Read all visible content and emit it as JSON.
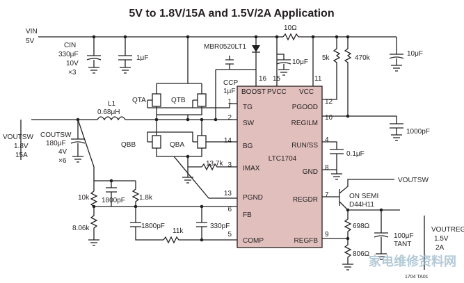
{
  "title": "5V to 1.8V/15A and 1.5V/2A Application",
  "ic": {
    "name": "LTC1704",
    "pins_left": [
      {
        "num": "1",
        "label": "TG"
      },
      {
        "num": "2",
        "label": "SW"
      },
      {
        "num": "14",
        "label": "BG"
      },
      {
        "num": "3",
        "label": "IMAX"
      },
      {
        "num": "13",
        "label": "PGND"
      },
      {
        "num": "6",
        "label": "FB"
      },
      {
        "num": "5",
        "label": "COMP"
      }
    ],
    "pins_right": [
      {
        "num": "12",
        "label": "PGOOD"
      },
      {
        "num": "10",
        "label": "REGILM"
      },
      {
        "num": "4",
        "label": "RUN/SS"
      },
      {
        "num": "8",
        "label": "GND"
      },
      {
        "num": "7",
        "label": "REGDR"
      },
      {
        "num": "9",
        "label": "REGFB"
      }
    ],
    "pins_top": [
      {
        "num": "16",
        "label": "BOOST"
      },
      {
        "num": "15",
        "label": "PVCC"
      },
      {
        "num": "11",
        "label": "VCC"
      }
    ]
  },
  "labels": {
    "vin": "VIN",
    "vin_val": "5V",
    "cin": "CIN",
    "cin_val1": "330μF",
    "cin_val2": "10V",
    "cin_val3": "×3",
    "c_1uf_in": "1μF",
    "r_10ohm": "10Ω",
    "mbr": "MBR0520LT1",
    "c_10uf_pvcc": "10μF",
    "r_5k": "5k",
    "r_470k": "470k",
    "c_10uf_vcc": "10μF",
    "ccp": "CCP",
    "ccp_val": "1μF",
    "qta": "QTA",
    "qtb": "QTB",
    "qbb": "QBB",
    "qba": "QBA",
    "l1": "L1",
    "l1_val": "0.68μH",
    "c_1000pf": "1000pF",
    "voutsw": "VOUTSW",
    "vout_val1": "1.8V",
    "vout_val2": "15A",
    "coutsw": "COUTSW",
    "cout_val1": "180μF",
    "cout_val2": "4V",
    "cout_val3": "×6",
    "r_13k7": "13.7k",
    "c_01uf": "0.1μF",
    "r_10k": "10k",
    "c_1800pf_a": "1800pF",
    "r_1k8": "1.8k",
    "r_806k": "8.06k",
    "c_1800pf_b": "1800pF",
    "r_11k": "11k",
    "c_330pf": "330pF",
    "voutsw_right": "VOUTSW",
    "onsemi": "ON SEMI",
    "d44h11": "D44H11",
    "r_698": "698Ω",
    "c_100uf": "100μF",
    "tant": "TANT",
    "r_806": "806Ω",
    "voutreg": "VOUTREG",
    "voutreg_v": "1.5V",
    "voutreg_a": "2A",
    "figure_code": "1704 TA01",
    "watermark": "家电维修资料网"
  }
}
